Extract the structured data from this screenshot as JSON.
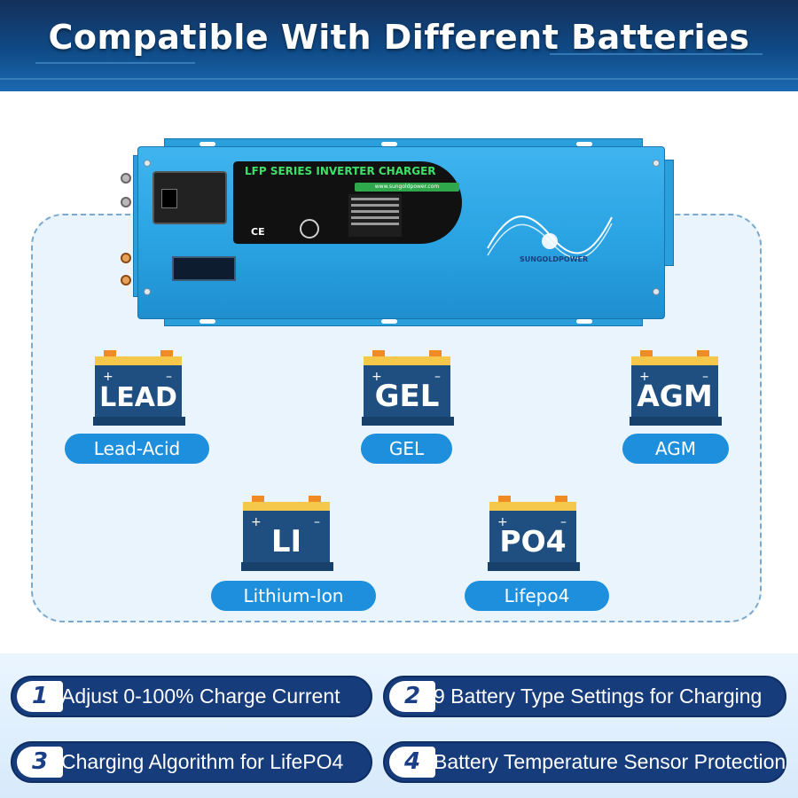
{
  "header": {
    "title": "Compatible With Different Batteries"
  },
  "inverter": {
    "panel_title": "LFP SERIES INVERTER CHARGER",
    "website": "www.sungoldpower.com",
    "brand": "SUNGOLDPOWER",
    "ce_mark": "CE"
  },
  "batteries": [
    {
      "icon_text": "LEAD",
      "label": "Lead-Acid"
    },
    {
      "icon_text": "GEL",
      "label": "GEL"
    },
    {
      "icon_text": "AGM",
      "label": "AGM"
    },
    {
      "icon_text": "LI",
      "label": "Lithium-Ion"
    },
    {
      "icon_text": "PO4",
      "label": "Lifepo4"
    }
  ],
  "features": [
    {
      "number": "1",
      "text": "Adjust 0-100% Charge Current"
    },
    {
      "number": "2",
      "text": "9 Battery Type Settings for Charging"
    },
    {
      "number": "3",
      "text": "Charging Algorithm for LifePO4"
    },
    {
      "number": "4",
      "text": "Battery Temperature Sensor Protection"
    }
  ],
  "colors": {
    "header_blue": "#0f4a86",
    "battery_body": "#1f4f80",
    "battery_cap": "#f5c84c",
    "terminal": "#f08a24",
    "pill_blue": "#1e8fdc",
    "feature_navy": "#163c7c"
  },
  "icons": [
    "battery-icon",
    "plus-icon",
    "minus-icon"
  ]
}
